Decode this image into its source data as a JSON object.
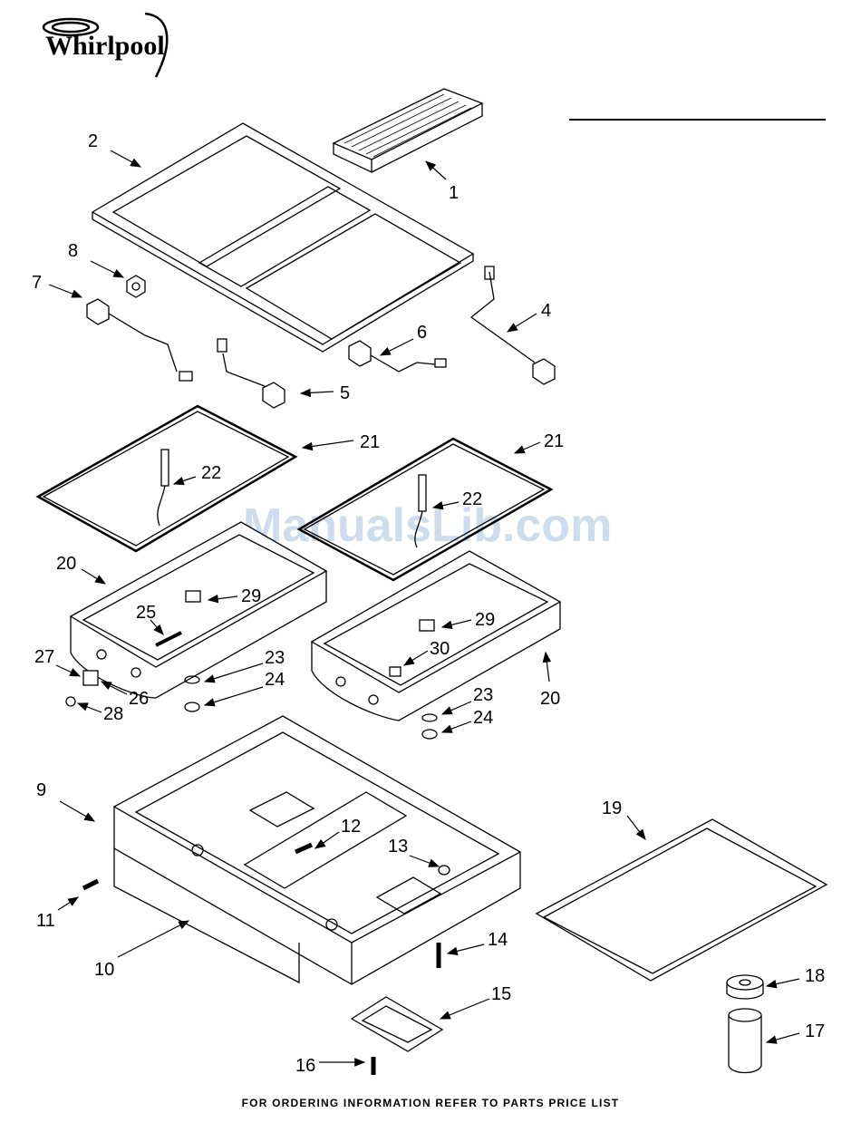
{
  "brand": {
    "name": "Whirlpool"
  },
  "watermark": "ManualsLib.com",
  "footer": "FOR ORDERING INFORMATION REFER TO PARTS PRICE LIST",
  "parts": [
    {
      "id": "p1",
      "label": "1"
    },
    {
      "id": "p2",
      "label": "2"
    },
    {
      "id": "p4",
      "label": "4"
    },
    {
      "id": "p5",
      "label": "5"
    },
    {
      "id": "p6",
      "label": "6"
    },
    {
      "id": "p7",
      "label": "7"
    },
    {
      "id": "p8",
      "label": "8"
    },
    {
      "id": "p21a",
      "label": "21"
    },
    {
      "id": "p21b",
      "label": "21"
    },
    {
      "id": "p22a",
      "label": "22"
    },
    {
      "id": "p22b",
      "label": "22"
    },
    {
      "id": "p20a",
      "label": "20"
    },
    {
      "id": "p20b",
      "label": "20"
    },
    {
      "id": "p29a",
      "label": "29"
    },
    {
      "id": "p29b",
      "label": "29"
    },
    {
      "id": "p25",
      "label": "25"
    },
    {
      "id": "p30",
      "label": "30"
    },
    {
      "id": "p27",
      "label": "27"
    },
    {
      "id": "p26",
      "label": "26"
    },
    {
      "id": "p28",
      "label": "28"
    },
    {
      "id": "p23a",
      "label": "23"
    },
    {
      "id": "p24a",
      "label": "24"
    },
    {
      "id": "p23b",
      "label": "23"
    },
    {
      "id": "p24b",
      "label": "24"
    },
    {
      "id": "p9",
      "label": "9"
    },
    {
      "id": "p12",
      "label": "12"
    },
    {
      "id": "p13",
      "label": "13"
    },
    {
      "id": "p11",
      "label": "11"
    },
    {
      "id": "p10",
      "label": "10"
    },
    {
      "id": "p14",
      "label": "14"
    },
    {
      "id": "p15",
      "label": "15"
    },
    {
      "id": "p16",
      "label": "16"
    },
    {
      "id": "p19",
      "label": "19"
    },
    {
      "id": "p18",
      "label": "18"
    },
    {
      "id": "p17",
      "label": "17"
    }
  ]
}
